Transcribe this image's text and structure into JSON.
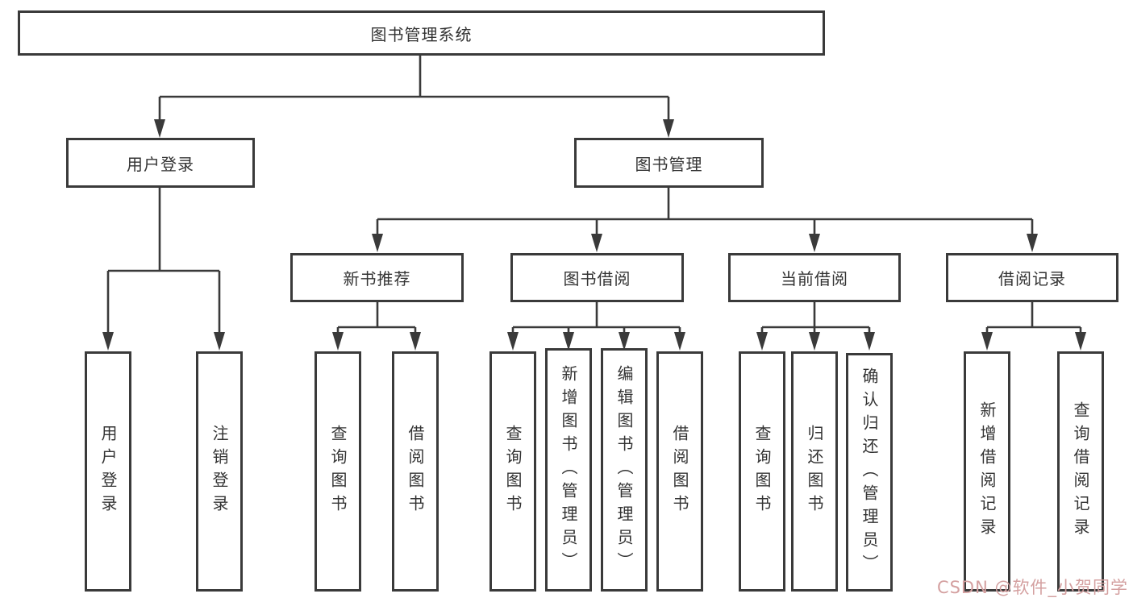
{
  "tree": {
    "label": "图书管理系统",
    "children": [
      {
        "label": "用户登录",
        "children": [
          {
            "label": "用户登录"
          },
          {
            "label": "注销登录"
          }
        ]
      },
      {
        "label": "图书管理",
        "children": [
          {
            "label": "新书推荐",
            "children": [
              {
                "label": "查询图书"
              },
              {
                "label": "借阅图书"
              }
            ]
          },
          {
            "label": "图书借阅",
            "children": [
              {
                "label": "查询图书"
              },
              {
                "label": "新增图书（管理员）"
              },
              {
                "label": "编辑图书（管理员）"
              },
              {
                "label": "借阅图书"
              }
            ]
          },
          {
            "label": "当前借阅",
            "children": [
              {
                "label": "查询图书"
              },
              {
                "label": "归还图书"
              },
              {
                "label": "确认归还（管理员）"
              }
            ]
          },
          {
            "label": "借阅记录",
            "children": [
              {
                "label": "新增借阅记录"
              },
              {
                "label": "查询借阅记录"
              }
            ]
          }
        ]
      }
    ]
  },
  "watermark": {
    "text": "CSDN @软件_小贺同学",
    "color": "#d4a0a0"
  },
  "colors": {
    "line": "#3a3a3a",
    "text": "#333333",
    "background": "#ffffff"
  }
}
